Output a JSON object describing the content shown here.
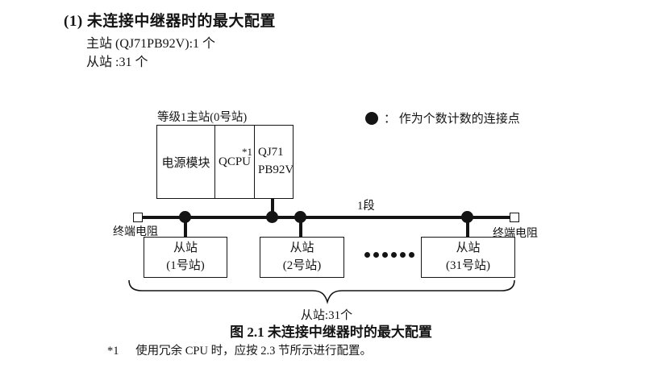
{
  "doc": {
    "heading": "(1) 未连接中继器时的最大配置",
    "master_line": "主站 (QJ71PB92V):1 个",
    "slave_line": "从站 :31 个",
    "caption": "图 2.1 未连接中继器时的最大配置",
    "footnote_marker": "*1",
    "footnote_text": "使用冗余 CPU 时，应按 2.3 节所示进行配置。"
  },
  "diagram": {
    "master_label": "等级1主站(0号站)",
    "master": {
      "power": "电源模块",
      "cpu": "QCPU",
      "cpu_note": "*1",
      "net_line1": "QJ71",
      "net_line2": "PB92V"
    },
    "legend_text": "： 作为个数计数的连接点",
    "segment_label": "1段",
    "terminator_left": "终端电阻",
    "terminator_right": "终端电阻",
    "slaves": [
      {
        "line1": "从站",
        "line2": "(1号站)"
      },
      {
        "line1": "从站",
        "line2": "(2号站)"
      },
      {
        "line1": "从站",
        "line2": "(31号站)"
      }
    ],
    "brace_label": "从站:31个"
  },
  "colors": {
    "ink": "#141414",
    "paper": "#ffffff"
  }
}
